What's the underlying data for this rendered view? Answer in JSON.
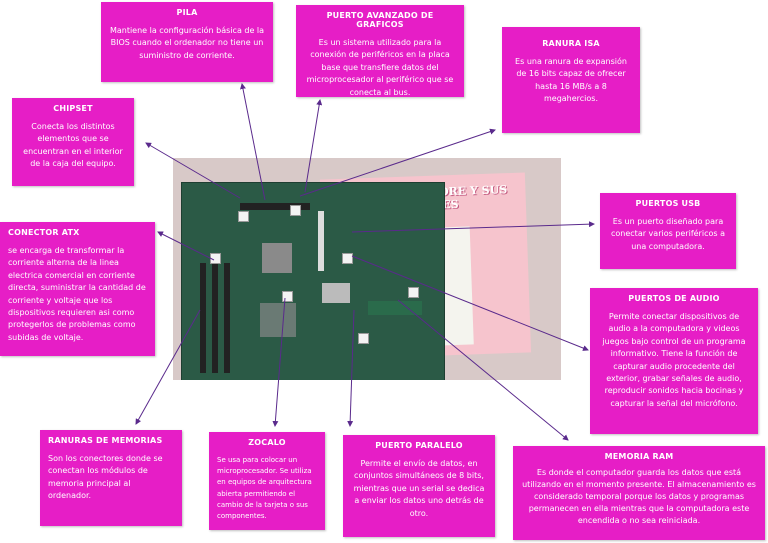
{
  "colors": {
    "box": "#e61ec6",
    "line": "#5a2a8c"
  },
  "boxes": {
    "pila": {
      "title": "PILA",
      "text": "Mantiene la configuración básica de la BIOS cuando el ordenador no tiene un suministro de corriente."
    },
    "puerto_avanzado": {
      "title": "PUERTO AVANZADO DE GRAFICOS",
      "text": "Es un sistema utilizado para la conexión de periféricos en la placa base que transfiere datos del microprocesador al periférico que se conecta al bus."
    },
    "ranura_isa": {
      "title": "RANURA ISA",
      "text": "Es una ranura de expansión de 16 bits capaz de ofrecer hasta 16 MB/s a 8 megahercios."
    },
    "chipset": {
      "title": "CHIPSET",
      "text": "Conecta los distintos elementos que se encuentran en el interior de la caja del equipo."
    },
    "conector_atx": {
      "title": "CONECTOR ATX",
      "text": "se encarga de transformar la corriente alterna de la linea electrica comercial en corriente directa, suministrar la cantidad de corriente y voltaje que los dispositivos requieren asi como protegerlos de problemas como subidas de voltaje."
    },
    "puertos_usb": {
      "title": "PUERTOS USB",
      "text": "Es un puerto diseñado para conectar varios periféricos a una computadora."
    },
    "puertos_audio": {
      "title": "PUERTOS DE AUDIO",
      "text": "Permite conectar dispositivos de audio a la computadora y videos juegos bajo control de un programa informativo. Tiene la función de capturar audio procedente del exterior, grabar señales de audio, reproducir sonidos hacia bocinas y capturar la señal del micrófono."
    },
    "ranuras_memorias": {
      "title": "RANURAS DE MEMORIAS",
      "text": "Son los conectores donde se conectan los módulos de memoria principal al ordenador."
    },
    "zocalo": {
      "title": "ZOCALO",
      "text": "Se usa para colocar un microprocesador. Se utiliza en equipos de arquitectura abierta permitiendo el cambio de la tarjeta o sus componentes."
    },
    "puerto_paralelo": {
      "title": "PUERTO PARALELO",
      "text": "Permite el envío de datos, en conjuntos simultáneos de 8 bits, mientras que un serial se dedica a enviar los datos uno detrás de otro."
    },
    "memoria_ram": {
      "title": "MEMORIA RAM",
      "text": "Es donde el computador guarda los datos que está utilizando en el momento presente. El almacenamiento es considerado temporal porque los datos y programas permanecen en ella mientras que la computadora este encendida o no sea reiniciada."
    }
  },
  "photo": {
    "poster_title": "TARJETA MADRE Y SUS PARTES"
  }
}
